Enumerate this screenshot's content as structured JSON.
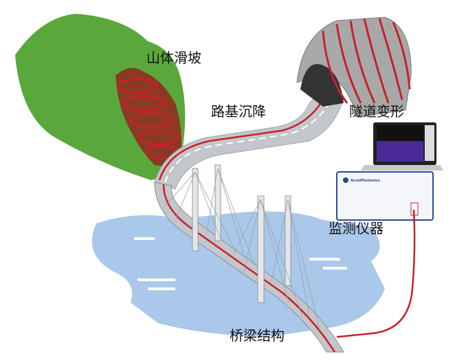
{
  "labels": {
    "landslide": "山体滑坡",
    "subgrade": "路基沉降",
    "tunnel": "隧道变形",
    "instrument": "监测仪器",
    "bridge": "桥梁结构"
  },
  "device": {
    "brand": "AccelPhotonics"
  },
  "colors": {
    "mountain": "#5aa83c",
    "slide": "#8a3a22",
    "fiber": "#c8202a",
    "water": "#a9c8ea",
    "road": "#b9bcc0",
    "tunnel": "#a8a8a8"
  }
}
